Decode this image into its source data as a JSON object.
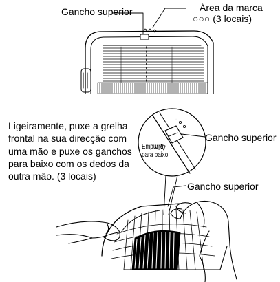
{
  "labels": {
    "upper_hook_top": "Gancho superior",
    "mark_area_title": "Área da marca",
    "mark_area_count": "○○○ (3 locais)",
    "upper_hook_callout": "Gancho superior",
    "upper_hook_hand": "Gancho superior"
  },
  "instruction": "Ligeiramente, puxe a grelha frontal na sua direcção com uma mão e puxe os ganchos para baixo com os dedos da outra mão. (3 locais)",
  "callout": {
    "push_line1": "Empurre",
    "push_line2": "para baixo."
  }
}
